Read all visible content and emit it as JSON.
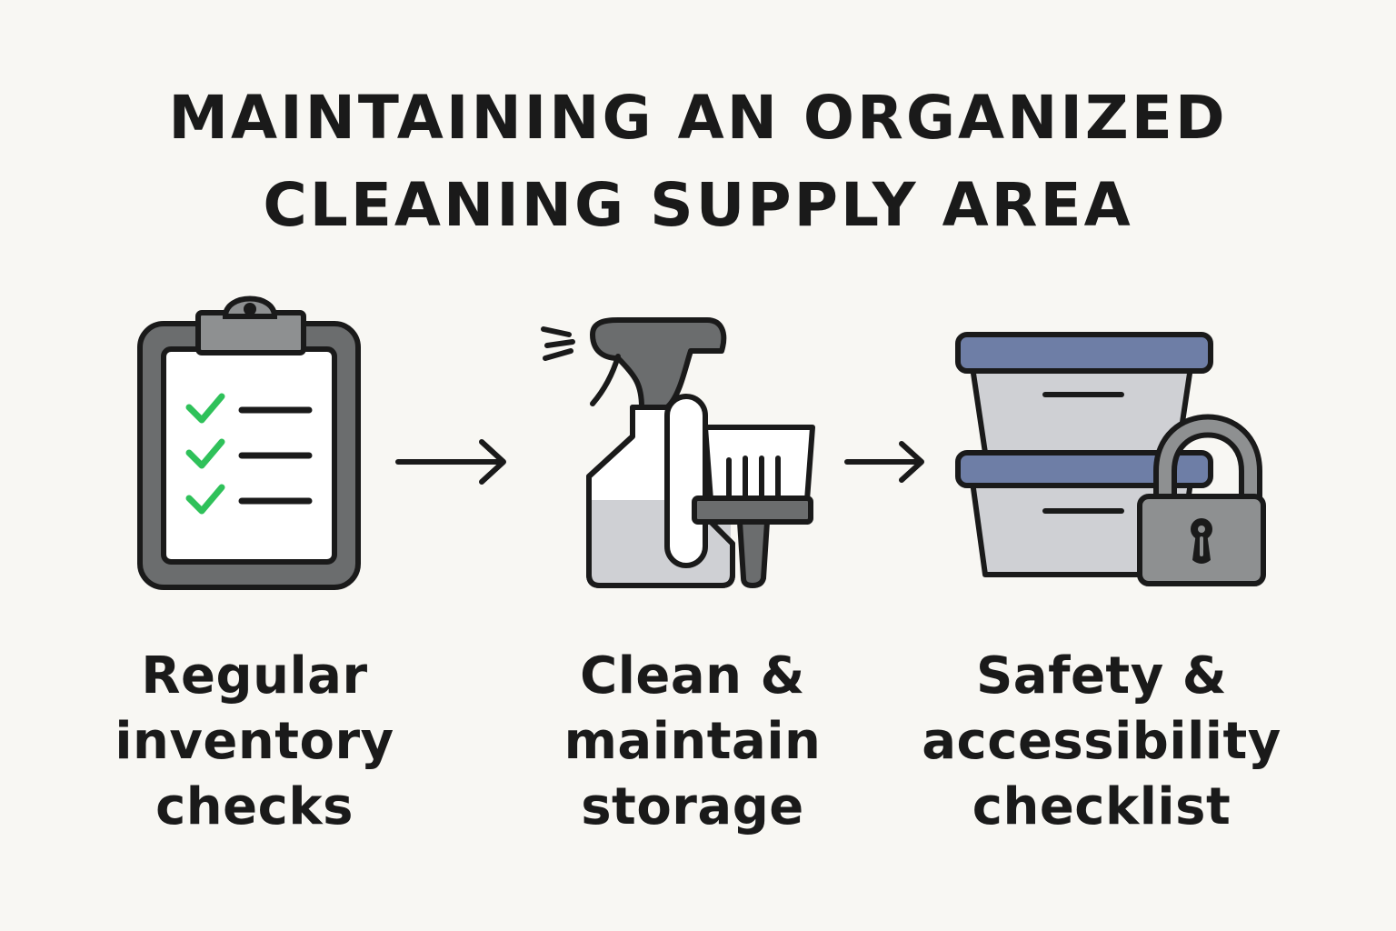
{
  "title": {
    "line1": "MAINTAINING AN ORGANIZED",
    "line2": "CLEANING SUPPLY AREA"
  },
  "steps": [
    {
      "icon": "clipboard-checklist-icon",
      "label_lines": [
        "Regular",
        "inventory",
        "checks"
      ]
    },
    {
      "icon": "spray-bottle-and-brush-icon",
      "label_lines": [
        "Clean &",
        "maintain",
        "storage"
      ]
    },
    {
      "icon": "locked-storage-bins-icon",
      "label_lines": [
        "Safety &",
        "accessibility",
        "checklist"
      ]
    }
  ],
  "colors": {
    "background": "#f8f7f3",
    "outline": "#1a1a1a",
    "dark_gray": "#6b6d6e",
    "mid_gray": "#8e9091",
    "light_gray": "#cfd0d4",
    "paper": "#ffffff",
    "check_green": "#2fc15a",
    "lid_blue": "#6e7ea6"
  }
}
